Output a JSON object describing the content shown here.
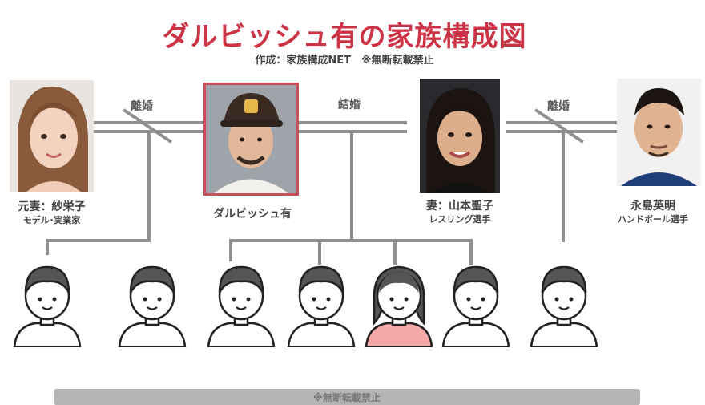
{
  "header": {
    "title": "ダルビッシュ有の家族構成図",
    "subtitle": "作成：家族構成NET　※無断転載禁止"
  },
  "people": {
    "ex_wife": {
      "name": "元妻：紗栄子",
      "role": "モデル･実業家"
    },
    "center": {
      "name": "ダルビッシュ有"
    },
    "wife": {
      "name": "妻：山本聖子",
      "role": "レスリング選手"
    },
    "wife_ex": {
      "name": "永島英明",
      "role": "ハンドボール選手"
    }
  },
  "relations": {
    "divorce_left": "離婚",
    "marriage": "結婚",
    "divorce_right": "離婚"
  },
  "children": [
    {
      "gender": "boy"
    },
    {
      "gender": "boy"
    },
    {
      "gender": "boy"
    },
    {
      "gender": "boy"
    },
    {
      "gender": "girl"
    },
    {
      "gender": "boy"
    },
    {
      "gender": "boy"
    }
  ],
  "colors": {
    "title": "#cc3344",
    "line": "#909090",
    "hair": "#555555",
    "girl_shirt": "#f4a9a8",
    "center_border": "#c8505a"
  },
  "footer": {
    "text": "※無断転載禁止"
  }
}
